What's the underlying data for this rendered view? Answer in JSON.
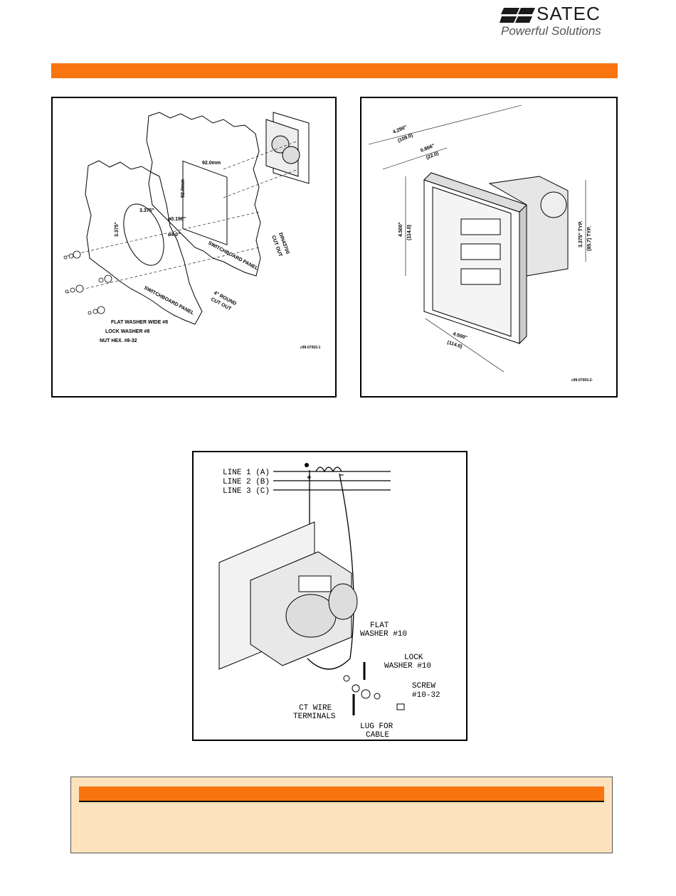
{
  "header": {
    "brand_name": "SATEC",
    "brand_tagline": "Powerful  Solutions"
  },
  "figure1": {
    "dim_cut_w": "92.0mm",
    "dim_cut_h": "92.0mm",
    "dim_bolt_w": "3.375\"",
    "dim_bolt_h": "3.375\"",
    "dim_hole": "ø0.196\"",
    "dim_round": "ø4.0\"",
    "label_panel_upper": "SWITCHBOARD PANEL",
    "label_din_1": "DIN43700",
    "label_din_2": "CUT OUT",
    "label_round_1": "4\" ROUND",
    "label_round_2": "CUT OUT",
    "label_panel_lower": "SWITCHBOARD PANEL",
    "label_flat_washer": "FLAT WASHER WIDE #8",
    "label_lock_washer": "LOCK WASHER #8",
    "label_nut": "NUT HEX. #8-32",
    "drawing_code": "c99-07003-1"
  },
  "figure2": {
    "dim_depth": "4.290\"",
    "dim_depth_mm": "(109.0)",
    "dim_bezel": "0.866\"",
    "dim_bezel_mm": "(22.0)",
    "dim_height": "4.500\"",
    "dim_height_mm": "(114.0)",
    "dim_width": "4.500\"",
    "dim_width_mm": "(114.0)",
    "dim_typ": "3.375\" TYP.",
    "dim_typ_mm": "(85.7) TYP.",
    "drawing_code": "c99-07003-2-"
  },
  "figure3": {
    "line1": "LINE  1  (A)",
    "line2": "LINE  2  (B)",
    "line3": "LINE  3  (C)",
    "plus": "+",
    "minus": "–",
    "flat_washer_1": "FLAT",
    "flat_washer_2": "WASHER  #10",
    "lock_washer_1": "LOCK",
    "lock_washer_2": "WASHER  #10",
    "screw_1": "SCREW",
    "screw_2": "#10-32",
    "ct_1": "CT  WIRE",
    "ct_2": "TERMINALS",
    "lug_1": "LUG  FOR",
    "lug_2": "CABLE"
  }
}
